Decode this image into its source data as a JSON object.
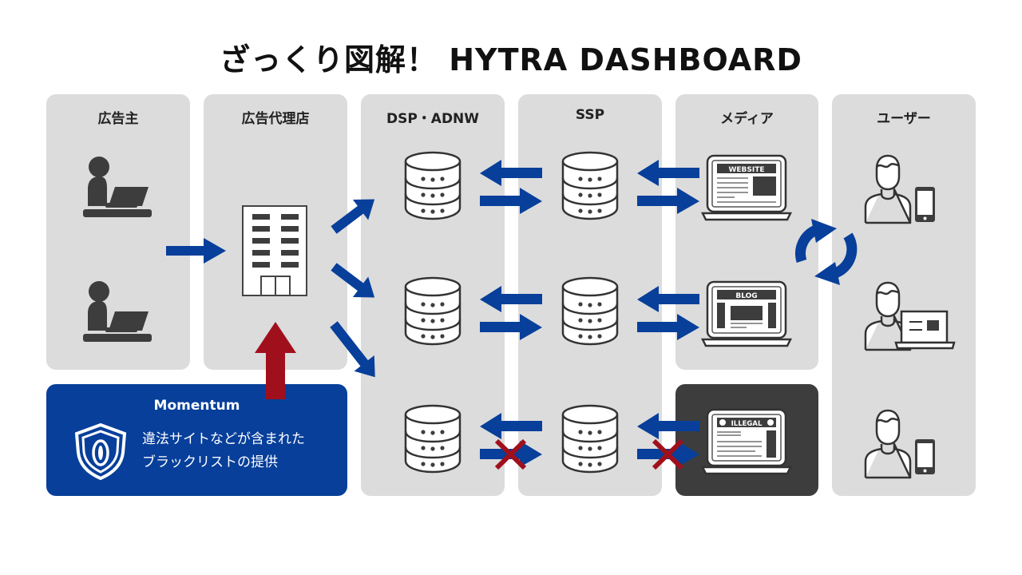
{
  "title": "ざっくり図解！ HYTRA DASHBOARD",
  "columns": [
    {
      "label": "広告主"
    },
    {
      "label": "広告代理店"
    },
    {
      "label": "DSP・ADNW"
    },
    {
      "label": "SSP"
    },
    {
      "label": "メディア"
    },
    {
      "label": "ユーザー"
    }
  ],
  "media": {
    "website_label": "WEBSITE",
    "blog_label": "BLOG",
    "illegal_label": "ILLEGAL"
  },
  "momentum": {
    "title": "Momentum",
    "desc_line1": "違法サイトなどが含まれた",
    "desc_line2": "ブラックリストの提供"
  },
  "colors": {
    "panel": "#dcdcdc",
    "arrow_blue": "#073f9a",
    "arrow_red": "#a0101c",
    "icon_dark": "#3d3d3d",
    "illegal_bg": "#3d3d3d"
  }
}
